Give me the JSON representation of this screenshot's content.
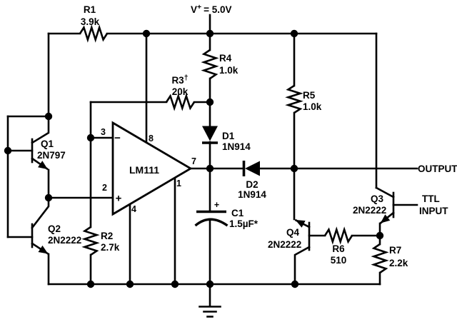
{
  "colors": {
    "ink": "#000000",
    "background": "#ffffff"
  },
  "supply": {
    "base": "V",
    "sup": "+",
    "value": "= 5.0V"
  },
  "components": {
    "r1": {
      "ref": "R1",
      "value": "3.9k"
    },
    "r2": {
      "ref": "R2",
      "value": "2.7k"
    },
    "r3": {
      "ref": "R3",
      "sup": "†",
      "value": "20k"
    },
    "r4": {
      "ref": "R4",
      "value": "1.0k"
    },
    "r5": {
      "ref": "R5",
      "value": "1.0k"
    },
    "r6": {
      "ref": "R6",
      "value": "510"
    },
    "r7": {
      "ref": "R7",
      "value": "2.2k"
    },
    "c1": {
      "ref": "C1",
      "value": "1.5µF*",
      "polarity": "+"
    },
    "d1": {
      "ref": "D1",
      "value": "1N914"
    },
    "d2": {
      "ref": "D2",
      "value": "1N914"
    },
    "q1": {
      "ref": "Q1",
      "value": "2N797"
    },
    "q2": {
      "ref": "Q2",
      "value": "2N2222"
    },
    "q3": {
      "ref": "Q3",
      "value": "2N2222"
    },
    "q4": {
      "ref": "Q4",
      "value": "2N2222"
    },
    "u1": {
      "part": "LM111",
      "inverting_sign": "−",
      "noninverting_sign": "+",
      "pins": {
        "p1": "1",
        "p2": "2",
        "p3": "3",
        "p4": "4",
        "p7": "7",
        "p8": "8"
      }
    }
  },
  "io": {
    "output": "OUTPUT",
    "ttl": "TTL",
    "input": "INPUT"
  }
}
